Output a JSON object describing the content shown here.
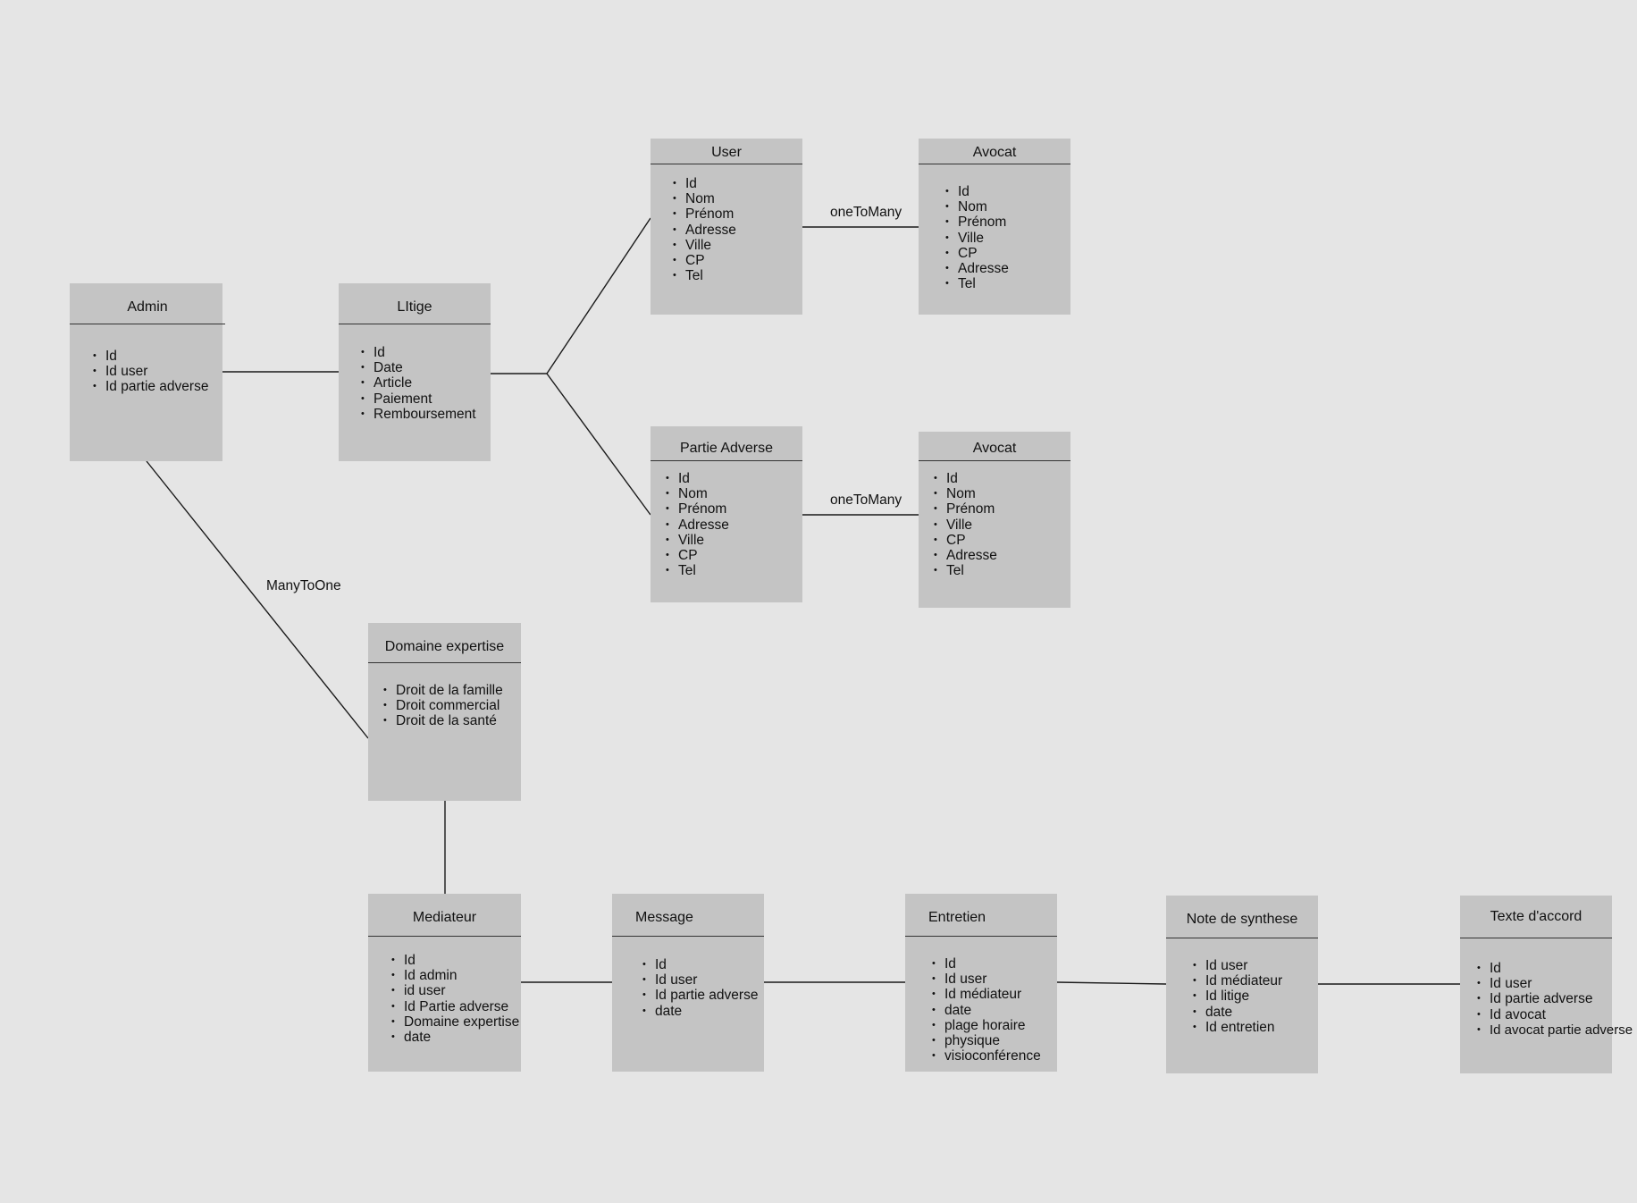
{
  "entities": [
    {
      "title": "Admin",
      "fields": [
        "Id",
        "Id user",
        "Id partie adverse"
      ]
    },
    {
      "title": "LItige",
      "fields": [
        "Id",
        "Date",
        "Article",
        "Paiement",
        "Remboursement"
      ]
    },
    {
      "title": "User",
      "fields": [
        "Id",
        "Nom",
        "Prénom",
        "Adresse",
        "Ville",
        "CP",
        "Tel"
      ]
    },
    {
      "title": "Avocat",
      "fields": [
        "Id",
        "Nom",
        "Prénom",
        "Ville",
        "CP",
        "Adresse",
        "Tel"
      ]
    },
    {
      "title": "Partie Adverse",
      "fields": [
        "Id",
        "Nom",
        "Prénom",
        "Adresse",
        "Ville",
        "CP",
        "Tel"
      ]
    },
    {
      "title": "Avocat",
      "fields": [
        "Id",
        "Nom",
        "Prénom",
        "Ville",
        "CP",
        "Adresse",
        "Tel"
      ]
    },
    {
      "title": "Domaine expertise",
      "fields": [
        "Droit de la famille",
        "Droit commercial",
        "Droit de la santé"
      ]
    },
    {
      "title": "Mediateur",
      "fields": [
        "Id",
        "Id admin",
        "id user",
        "Id Partie adverse",
        "Domaine expertise",
        "date"
      ]
    },
    {
      "title": "Message",
      "fields": [
        "Id",
        "Id user",
        "Id partie adverse",
        "date"
      ]
    },
    {
      "title": "Entretien",
      "fields": [
        "Id",
        "Id user",
        "Id médiateur",
        "date",
        "plage horaire",
        "physique",
        "visioconférence"
      ]
    },
    {
      "title": "Note de synthese",
      "fields": [
        "Id user",
        "Id médiateur",
        "Id litige",
        "date",
        "Id entretien"
      ]
    },
    {
      "title": "Texte d'accord",
      "fields": [
        "Id",
        "Id user",
        "Id partie adverse",
        "Id avocat",
        "Id avocat partie adverse"
      ]
    }
  ],
  "relations": {
    "user_avocat": "oneToMany",
    "partie_avocat": "oneToMany",
    "admin_domaine": "ManyToOne"
  }
}
